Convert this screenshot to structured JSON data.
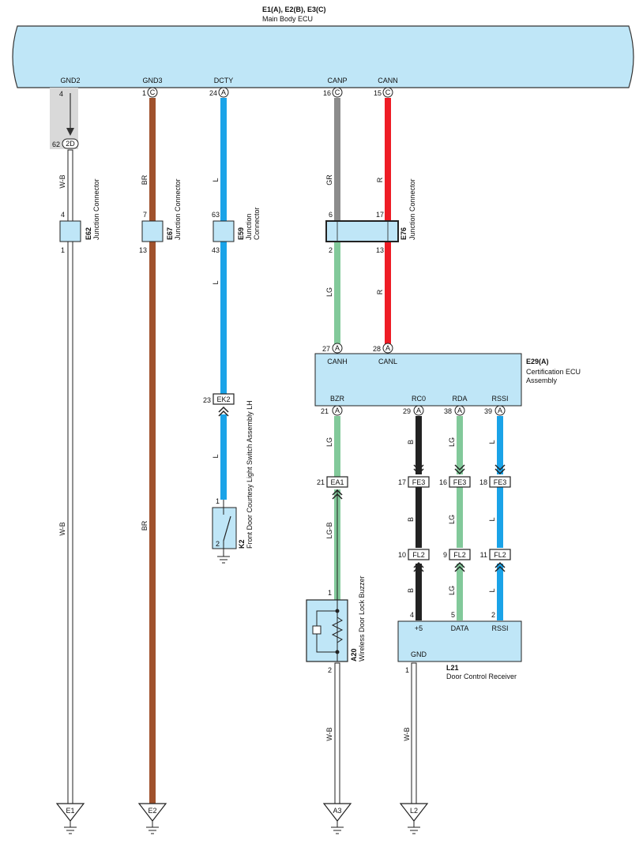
{
  "ecu": {
    "code": "E1(A), E2(B), E3(C)",
    "name": "Main Body ECU",
    "pins": [
      {
        "id": "gnd2",
        "label": "GND2",
        "num": "4",
        "conn": ""
      },
      {
        "id": "gnd3",
        "label": "GND3",
        "num": "1",
        "conn": "C"
      },
      {
        "id": "dcty",
        "label": "DCTY",
        "num": "24",
        "conn": "A"
      },
      {
        "id": "canp",
        "label": "CANP",
        "num": "16",
        "conn": "C"
      },
      {
        "id": "cann",
        "label": "CANN",
        "num": "15",
        "conn": "C"
      }
    ]
  },
  "gnd2_junction": {
    "num": "62",
    "code": "2D"
  },
  "wire_colors": {
    "W-B": "#ffffff",
    "BR": "#a0522d",
    "L": "#1aa3e8",
    "GR": "#8c8c8c",
    "R": "#ee1c25",
    "LG": "#82c99a",
    "B": "#222222",
    "LG-B": "#82c99a"
  },
  "wire_labels": {
    "w1": "W-B",
    "w1b": "W-B",
    "w2": "BR",
    "w2b": "BR",
    "w3": "L",
    "w3b": "L",
    "w3c": "L",
    "w4": "GR",
    "w4b": "LG",
    "w5": "R",
    "w5b": "R",
    "bzr1": "LG",
    "bzr2": "LG-B",
    "bzr3": "W-B",
    "rc1": "B",
    "rc2": "B",
    "rc3": "B",
    "rda1": "LG",
    "rda2": "LG",
    "rda3": "LG",
    "rssi1": "L",
    "rssi2": "L",
    "rssi3": "L",
    "l21g": "W-B"
  },
  "junctions": [
    {
      "id": "e62",
      "code": "E62",
      "name": "Junction Connector",
      "top": "4",
      "bottom": "1"
    },
    {
      "id": "e67",
      "code": "E67",
      "name": "Junction Connector",
      "top": "7",
      "bottom": "13"
    },
    {
      "id": "e59",
      "code": "E59",
      "name": "Junction",
      "name2": "Connector",
      "top": "63",
      "bottom": "43"
    },
    {
      "id": "e76",
      "code": "E76",
      "name": "Junction Connector",
      "top_left": "6",
      "top_right": "17",
      "bottom_left": "2",
      "bottom_right": "13"
    }
  ],
  "cert_ecu": {
    "code": "E29(A)",
    "name": "Certification ECU",
    "name2": "Assembly",
    "top_pins": [
      {
        "label": "CANH",
        "num": "27",
        "conn": "A"
      },
      {
        "label": "CANL",
        "num": "28",
        "conn": "A"
      }
    ],
    "bottom_pins": [
      {
        "label": "BZR",
        "num": "21",
        "conn": "A"
      },
      {
        "label": "RC0",
        "num": "29",
        "conn": "A"
      },
      {
        "label": "RDA",
        "num": "38",
        "conn": "A"
      },
      {
        "label": "RSSI",
        "num": "39",
        "conn": "A"
      }
    ]
  },
  "inline_connectors": {
    "ek2": {
      "num": "23",
      "code": "EK2"
    },
    "ea1": {
      "num": "21",
      "code": "EA1"
    },
    "fe3_rc": {
      "num": "17",
      "code": "FE3"
    },
    "fe3_rda": {
      "num": "16",
      "code": "FE3"
    },
    "fe3_rssi": {
      "num": "18",
      "code": "FE3"
    },
    "fl2_rc": {
      "num": "10",
      "code": "FL2"
    },
    "fl2_rda": {
      "num": "9",
      "code": "FL2"
    },
    "fl2_rssi": {
      "num": "11",
      "code": "FL2"
    }
  },
  "k2": {
    "code": "K2",
    "name": "Front Door Courtesy Light Switch Assembly LH",
    "pin_top": "1",
    "pin_bottom": "2"
  },
  "a20": {
    "code": "A20",
    "name": "Wireless Door Lock Buzzer",
    "pin_top": "1",
    "pin_bottom": "2"
  },
  "l21": {
    "code": "L21",
    "name": "Door Control Receiver",
    "pins": [
      {
        "label": "+5",
        "num": "4"
      },
      {
        "label": "DATA",
        "num": "5"
      },
      {
        "label": "RSSI",
        "num": "2"
      }
    ],
    "gnd_label": "GND",
    "gnd_num": "1"
  },
  "grounds": [
    "E1",
    "E2",
    "A3",
    "L2"
  ]
}
